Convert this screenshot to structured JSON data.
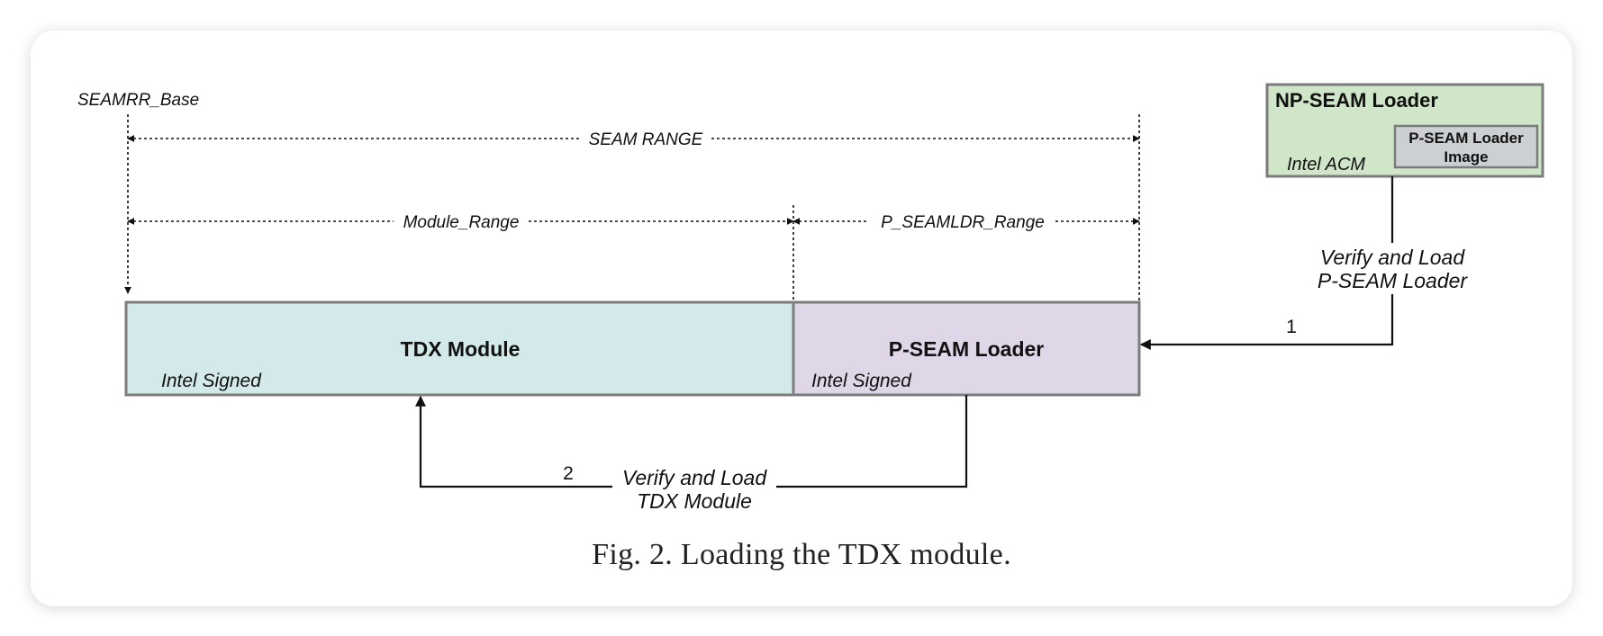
{
  "diagram": {
    "markers": {
      "seamrr_base": "SEAMRR_Base"
    },
    "ranges": {
      "seam_range": "SEAM RANGE",
      "module_range": "Module_Range",
      "p_seamldr_range": "P_SEAMLDR_Range"
    },
    "blocks": {
      "tdx_module": {
        "title": "TDX Module",
        "subtitle": "Intel Signed",
        "color": "#d4eaea"
      },
      "p_seam_loader": {
        "title": "P-SEAM Loader",
        "subtitle": "Intel Signed",
        "color": "#dfd6e8"
      },
      "np_seam_loader": {
        "title": "NP-SEAM Loader",
        "subtitle": "Intel ACM",
        "color": "#cfe6c8",
        "image": {
          "line1": "P-SEAM Loader",
          "line2": "Image",
          "color": "#cdd0d2"
        }
      }
    },
    "steps": {
      "step1": {
        "number": "1",
        "line1": "Verify and Load",
        "line2": "P-SEAM Loader"
      },
      "step2": {
        "number": "2",
        "line1": "Verify and Load",
        "line2": "TDX Module"
      }
    }
  },
  "caption": "Fig. 2.  Loading the TDX module."
}
